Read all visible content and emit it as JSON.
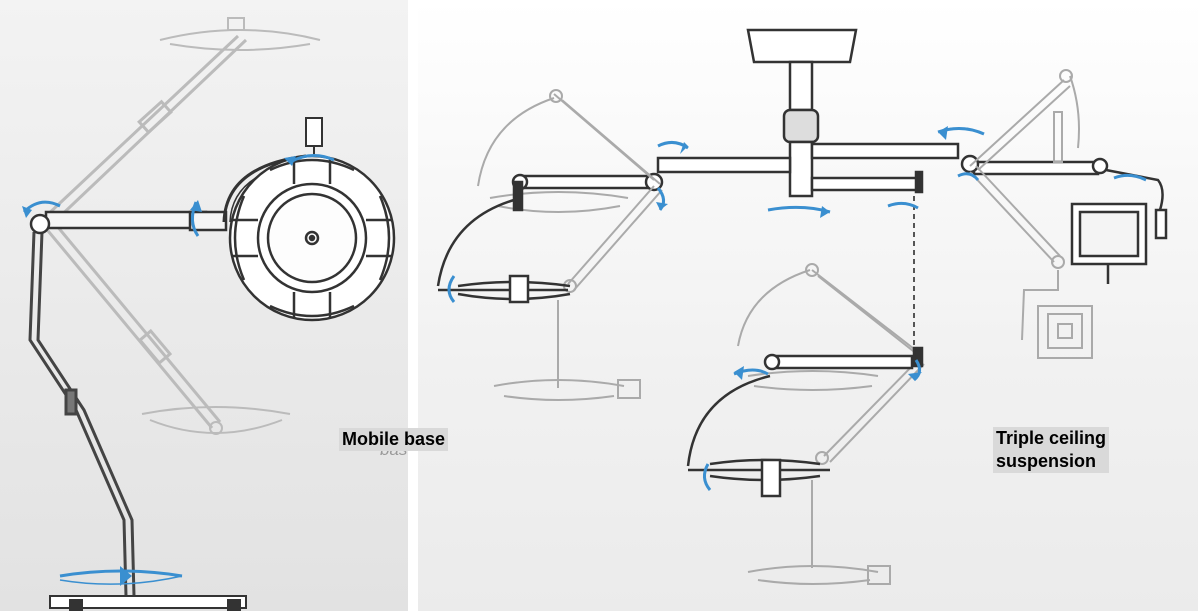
{
  "labels": {
    "mobile_base": "Mobile base",
    "triple_ceiling": "Triple ceiling",
    "suspension": "suspension",
    "ghost": "bas"
  },
  "colors": {
    "arrow": "#3a8fd0",
    "line_dark": "#333333",
    "line_light": "#aaaaaa",
    "label_bg": "#d9d9d9"
  }
}
